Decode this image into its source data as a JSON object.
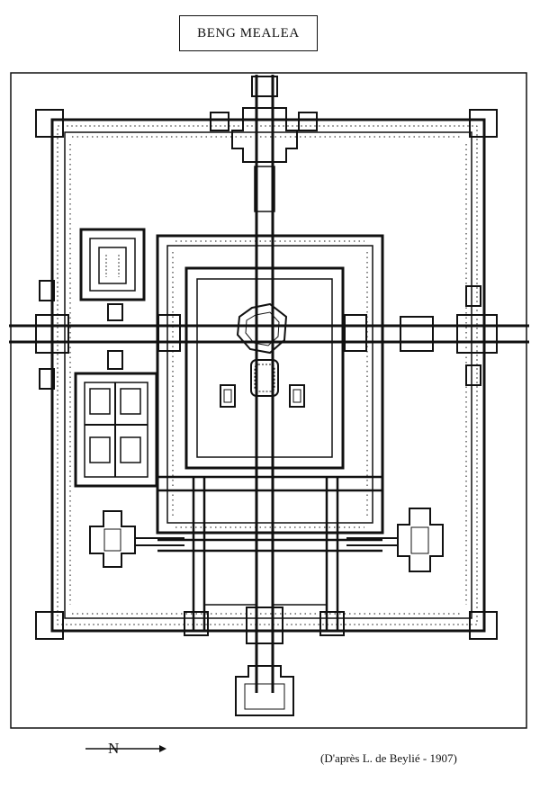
{
  "title": "BENG MEALEA",
  "compass": {
    "letter": "N",
    "icon": "north-arrow-icon"
  },
  "caption": "(D'après L. de Beylié - 1907)",
  "colors": {
    "ink": "#111111",
    "paper": "#ffffff"
  }
}
